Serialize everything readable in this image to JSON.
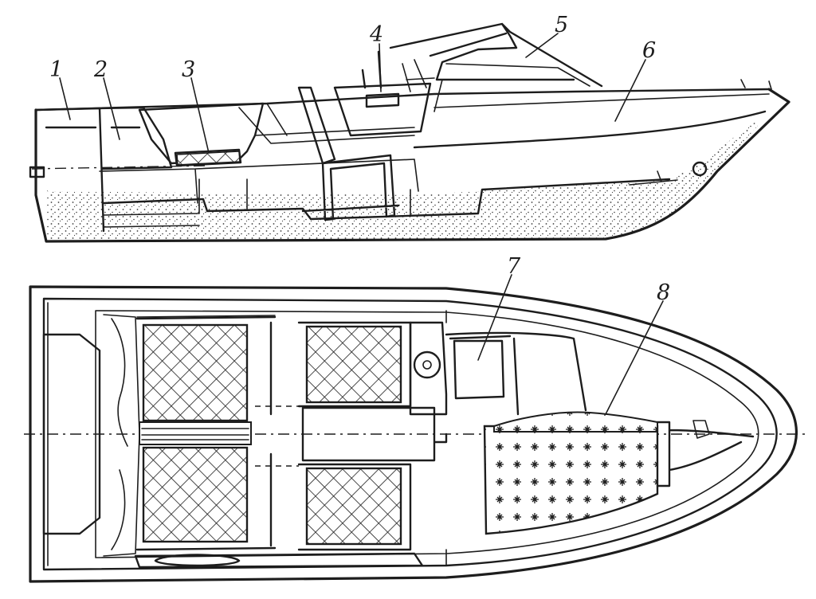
{
  "diagram": {
    "views": [
      {
        "id": "side-elevation"
      },
      {
        "id": "plan-view"
      }
    ],
    "callouts": [
      {
        "id": "1",
        "text": "1"
      },
      {
        "id": "2",
        "text": "2"
      },
      {
        "id": "3",
        "text": "3"
      },
      {
        "id": "4",
        "text": "4"
      },
      {
        "id": "5",
        "text": "5"
      },
      {
        "id": "6",
        "text": "6"
      },
      {
        "id": "7",
        "text": "7"
      },
      {
        "id": "8",
        "text": "8"
      }
    ],
    "colors": {
      "ink": "#1d1d1d",
      "paper": "#ffffff",
      "stipple": "#3a3a3a"
    }
  }
}
